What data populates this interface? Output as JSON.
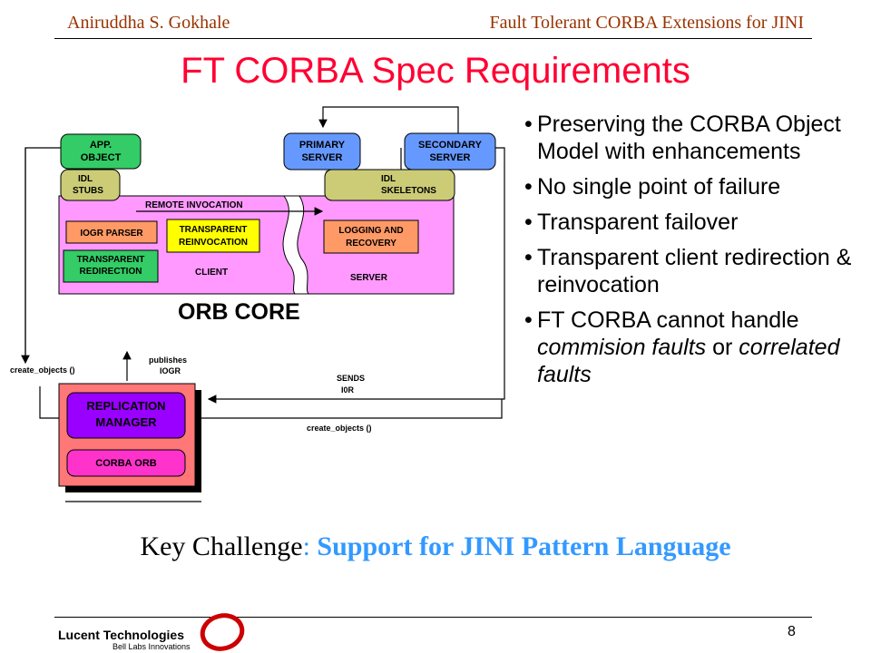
{
  "header": {
    "author": "Aniruddha S. Gokhale",
    "talk_title": "Fault Tolerant CORBA Extensions for JINI"
  },
  "title": "FT CORBA Spec Requirements",
  "diagram": {
    "app_object": [
      "APP.",
      "OBJECT"
    ],
    "primary_server": [
      "PRIMARY",
      "SERVER"
    ],
    "secondary_server": [
      "SECONDARY",
      "SERVER"
    ],
    "idl_stubs": [
      "IDL",
      "STUBS"
    ],
    "idl_skeletons": [
      "IDL",
      "SKELETONS"
    ],
    "remote_invocation": "REMOTE INVOCATION",
    "iogr_parser": "IOGR PARSER",
    "transparent_reinvocation": [
      "TRANSPARENT",
      "REINVOCATION"
    ],
    "transparent_redirection": [
      "TRANSPARENT",
      "REDIRECTION"
    ],
    "client": "CLIENT",
    "logging_recovery": [
      "LOGGING AND",
      "RECOVERY"
    ],
    "server": "SERVER",
    "orb_core": "ORB CORE",
    "create_objects_left": "create_objects ()",
    "publishes_iogr": [
      "publishes",
      "IOGR"
    ],
    "sends_ior": [
      "SENDS",
      "I0R"
    ],
    "create_objects_bottom": "create_objects ()",
    "replication_manager": [
      "REPLICATION",
      "MANAGER"
    ],
    "corba_orb": "CORBA ORB",
    "colors": {
      "green": "#33cc66",
      "blue": "#6699ff",
      "khaki": "#cccc77",
      "pink": "#ff99ff",
      "salmon": "#ff9966",
      "yellow": "#ffff00",
      "salmon_box": "#ff7777",
      "purple": "#9900ff",
      "magenta": "#ff33cc"
    }
  },
  "bullets": [
    "Preserving the CORBA Object Model with enhancements",
    "No single point of failure",
    "Transparent failover",
    "Transparent client redirection & reinvocation",
    "FT CORBA cannot handle commision faults or correlated faults"
  ],
  "key": {
    "label": "Key Challenge",
    "colon": ":",
    "value": "Support for JINI Pattern Language"
  },
  "footer": {
    "page": "8",
    "logo": "Lucent Technologies",
    "logo_sub": "Bell Labs Innovations"
  }
}
